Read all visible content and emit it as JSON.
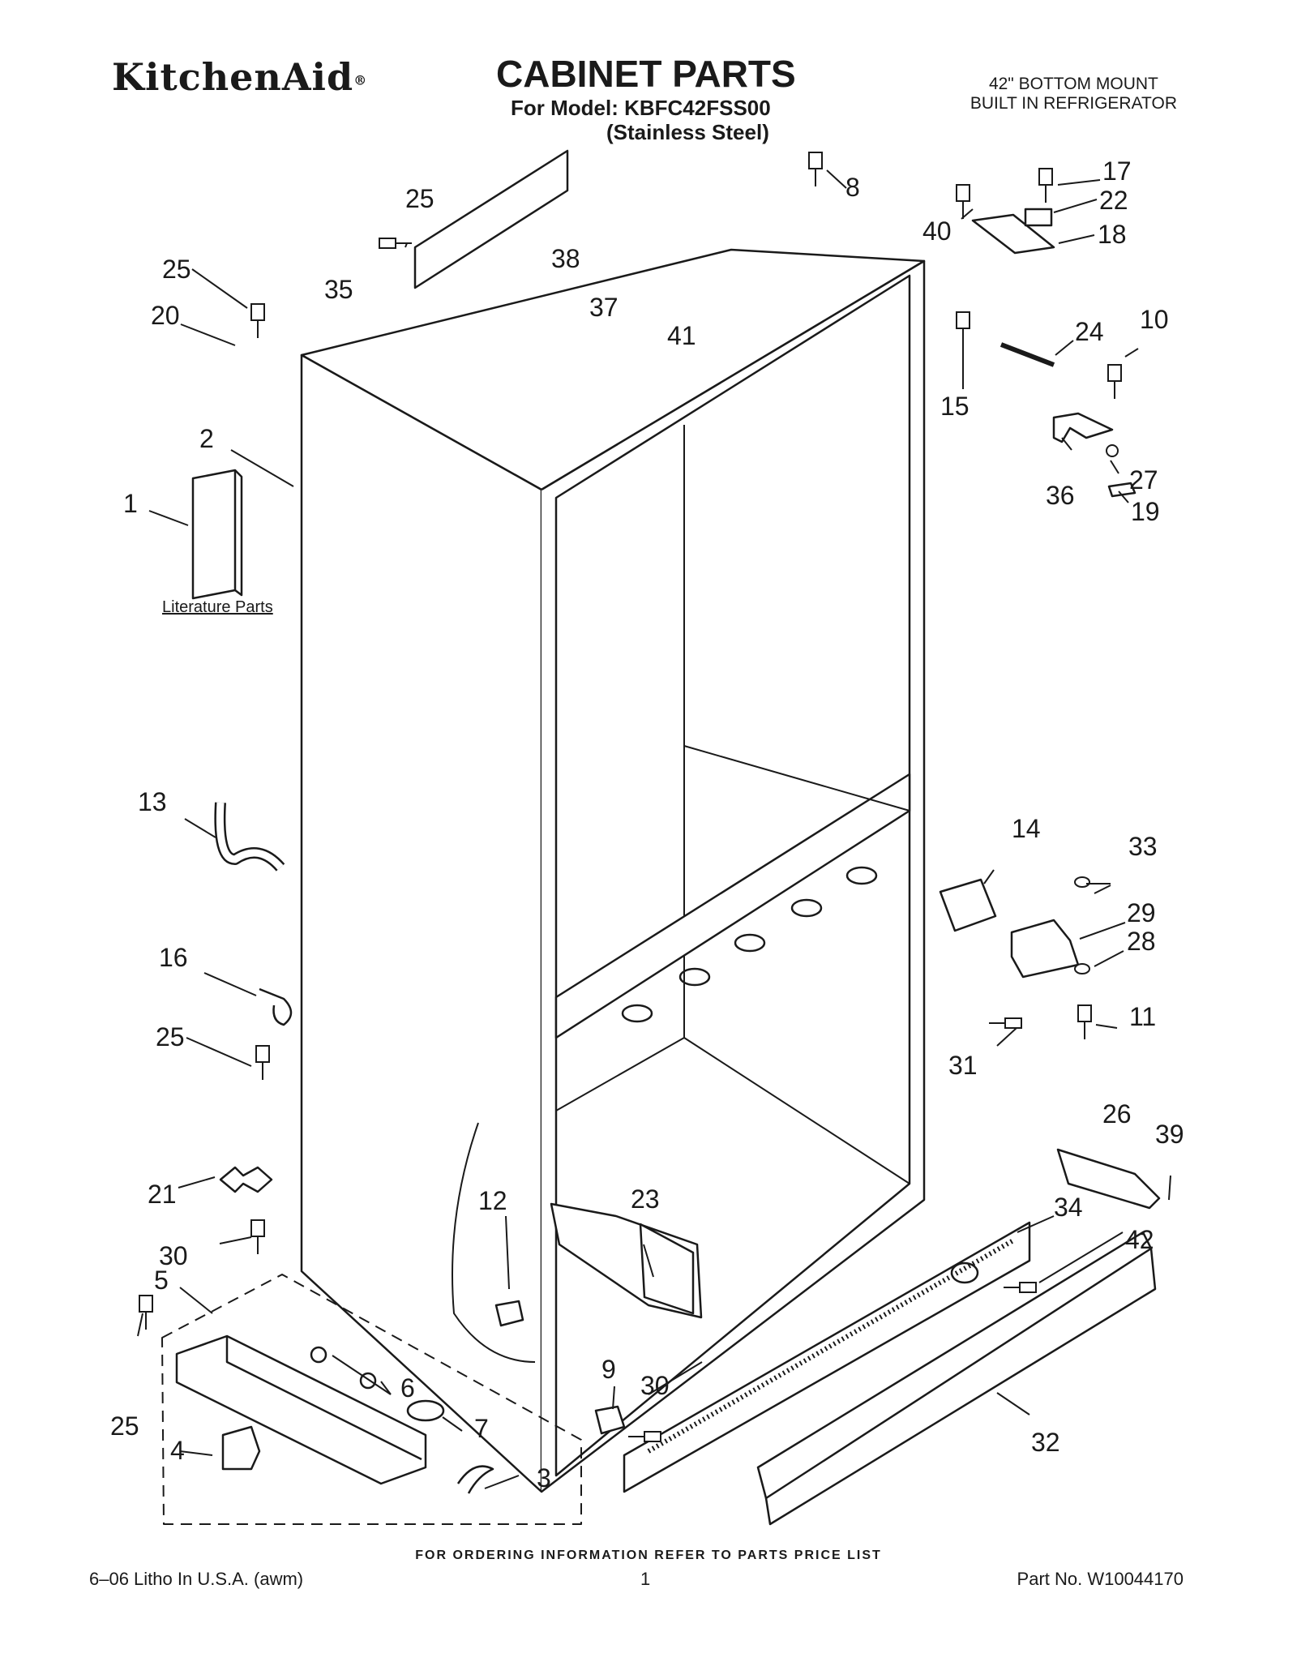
{
  "header": {
    "brand": "KitchenAid",
    "brand_mark": "®",
    "title": "CABINET PARTS",
    "model_line": "For Model: KBFC42FSS00",
    "finish_line": "(Stainless Steel)",
    "description_line1": "42\" BOTTOM MOUNT",
    "description_line2": "BUILT IN REFRIGERATOR"
  },
  "literature_label": "Literature Parts",
  "callouts": [
    "1",
    "2",
    "3",
    "4",
    "5",
    "6",
    "7",
    "8",
    "9",
    "10",
    "11",
    "12",
    "13",
    "14",
    "15",
    "16",
    "17",
    "18",
    "19",
    "20",
    "21",
    "22",
    "23",
    "24",
    "25",
    "26",
    "27",
    "28",
    "29",
    "30",
    "31",
    "32",
    "33",
    "34",
    "35",
    "36",
    "37",
    "38",
    "39",
    "40",
    "41",
    "42"
  ],
  "footer": {
    "ordering_note": "FOR ORDERING INFORMATION REFER TO PARTS PRICE LIST",
    "litho": "6–06 Litho In U.S.A. (awm)",
    "page": "1",
    "part_no": "Part No. W10044170"
  }
}
